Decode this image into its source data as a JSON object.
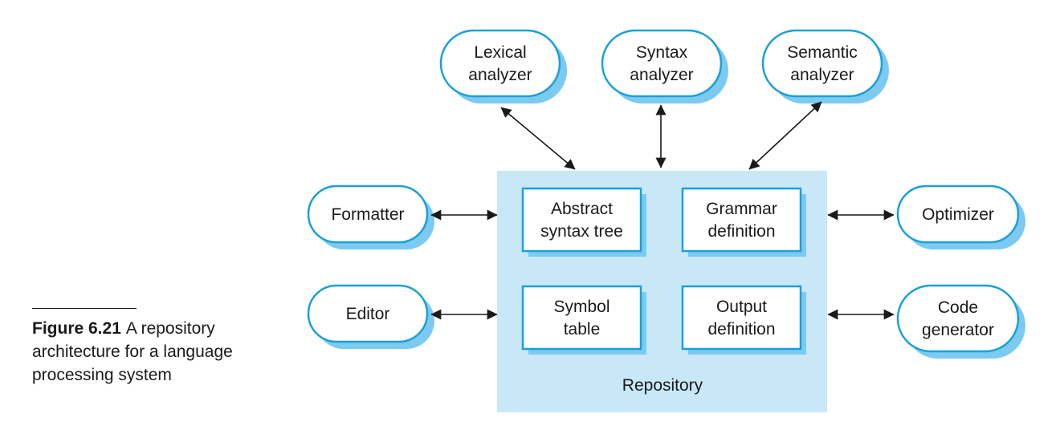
{
  "caption": {
    "label": "Figure 6.21",
    "text": "A repository architecture for a language processing system"
  },
  "repository": {
    "label": "Repository"
  },
  "data_items": [
    {
      "id": "ast",
      "lines": [
        "Abstract",
        "syntax tree"
      ]
    },
    {
      "id": "grammar",
      "lines": [
        "Grammar",
        "definition"
      ]
    },
    {
      "id": "symbol",
      "lines": [
        "Symbol",
        "table"
      ]
    },
    {
      "id": "output",
      "lines": [
        "Output",
        "definition"
      ]
    }
  ],
  "tools": [
    {
      "id": "lexical",
      "lines": [
        "Lexical",
        "analyzer"
      ]
    },
    {
      "id": "syntax",
      "lines": [
        "Syntax",
        "analyzer"
      ]
    },
    {
      "id": "semantic",
      "lines": [
        "Semantic",
        "analyzer"
      ]
    },
    {
      "id": "formatter",
      "lines": [
        "Formatter"
      ]
    },
    {
      "id": "editor",
      "lines": [
        "Editor"
      ]
    },
    {
      "id": "optimizer",
      "lines": [
        "Optimizer"
      ]
    },
    {
      "id": "codegen",
      "lines": [
        "Code",
        "generator"
      ]
    }
  ],
  "connections": [
    {
      "from": "lexical",
      "to": "repository",
      "type": "bidirectional"
    },
    {
      "from": "syntax",
      "to": "repository",
      "type": "bidirectional"
    },
    {
      "from": "semantic",
      "to": "repository",
      "type": "bidirectional"
    },
    {
      "from": "formatter",
      "to": "repository",
      "type": "bidirectional"
    },
    {
      "from": "editor",
      "to": "repository",
      "type": "bidirectional"
    },
    {
      "from": "optimizer",
      "to": "repository",
      "type": "bidirectional"
    },
    {
      "from": "codegen",
      "to": "repository",
      "type": "bidirectional"
    }
  ],
  "colors": {
    "repository_fill": "#c8e8f8",
    "border": "#1aa0d8",
    "shadow": "#7ccaf0",
    "box_fill": "#ffffff",
    "text": "#1a1a1a",
    "arrow": "#1a1a1a"
  }
}
